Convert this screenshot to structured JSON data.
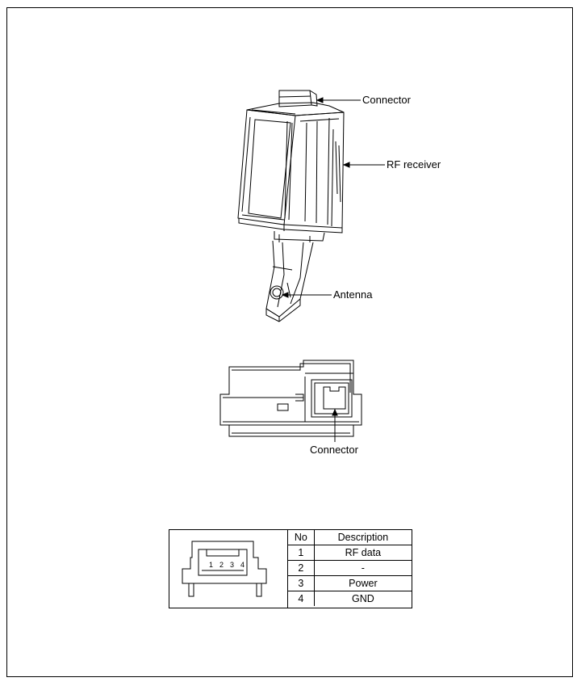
{
  "labels": {
    "top_connector": "Connector",
    "rf_receiver": "RF receiver",
    "antenna": "Antenna",
    "side_connector": "Connector"
  },
  "pin_table": {
    "headers": {
      "no": "No",
      "description": "Description"
    },
    "rows": [
      {
        "no": "1",
        "description": "RF data"
      },
      {
        "no": "2",
        "description": "-"
      },
      {
        "no": "3",
        "description": "Power"
      },
      {
        "no": "4",
        "description": "GND"
      }
    ],
    "pin_numbers": [
      "1",
      "2",
      "3",
      "4"
    ]
  }
}
